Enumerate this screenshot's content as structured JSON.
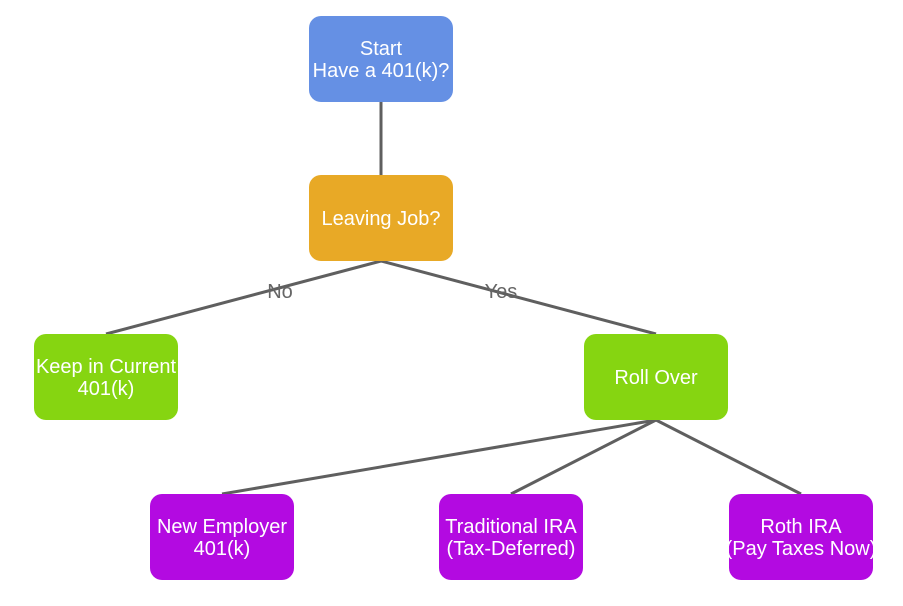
{
  "colors": {
    "start": "#6590e4",
    "decision": "#e8a926",
    "outcome": "#86d511",
    "account": "#b30ae1",
    "edge": "#5f5f5f",
    "edge_label": "#666666",
    "node_text": "#ffffff"
  },
  "nodes": {
    "start": {
      "lines": [
        "Start",
        "Have a 401(k)?"
      ],
      "kind": "start"
    },
    "leaving_job": {
      "lines": [
        "Leaving Job?"
      ],
      "kind": "decision"
    },
    "keep": {
      "lines": [
        "Keep in Current",
        "401(k)"
      ],
      "kind": "outcome"
    },
    "rollover": {
      "lines": [
        "Roll Over"
      ],
      "kind": "outcome"
    },
    "new_employer": {
      "lines": [
        "New Employer",
        "401(k)"
      ],
      "kind": "account"
    },
    "traditional_ira": {
      "lines": [
        "Traditional IRA",
        "(Tax-Deferred)"
      ],
      "kind": "account"
    },
    "roth_ira": {
      "lines": [
        "Roth IRA",
        "(Pay Taxes Now)"
      ],
      "kind": "account"
    }
  },
  "edges": [
    {
      "from": "start",
      "to": "leaving_job",
      "label": ""
    },
    {
      "from": "leaving_job",
      "to": "keep",
      "label": "No"
    },
    {
      "from": "leaving_job",
      "to": "rollover",
      "label": "Yes"
    },
    {
      "from": "rollover",
      "to": "new_employer",
      "label": ""
    },
    {
      "from": "rollover",
      "to": "traditional_ira",
      "label": ""
    },
    {
      "from": "rollover",
      "to": "roth_ira",
      "label": ""
    }
  ]
}
